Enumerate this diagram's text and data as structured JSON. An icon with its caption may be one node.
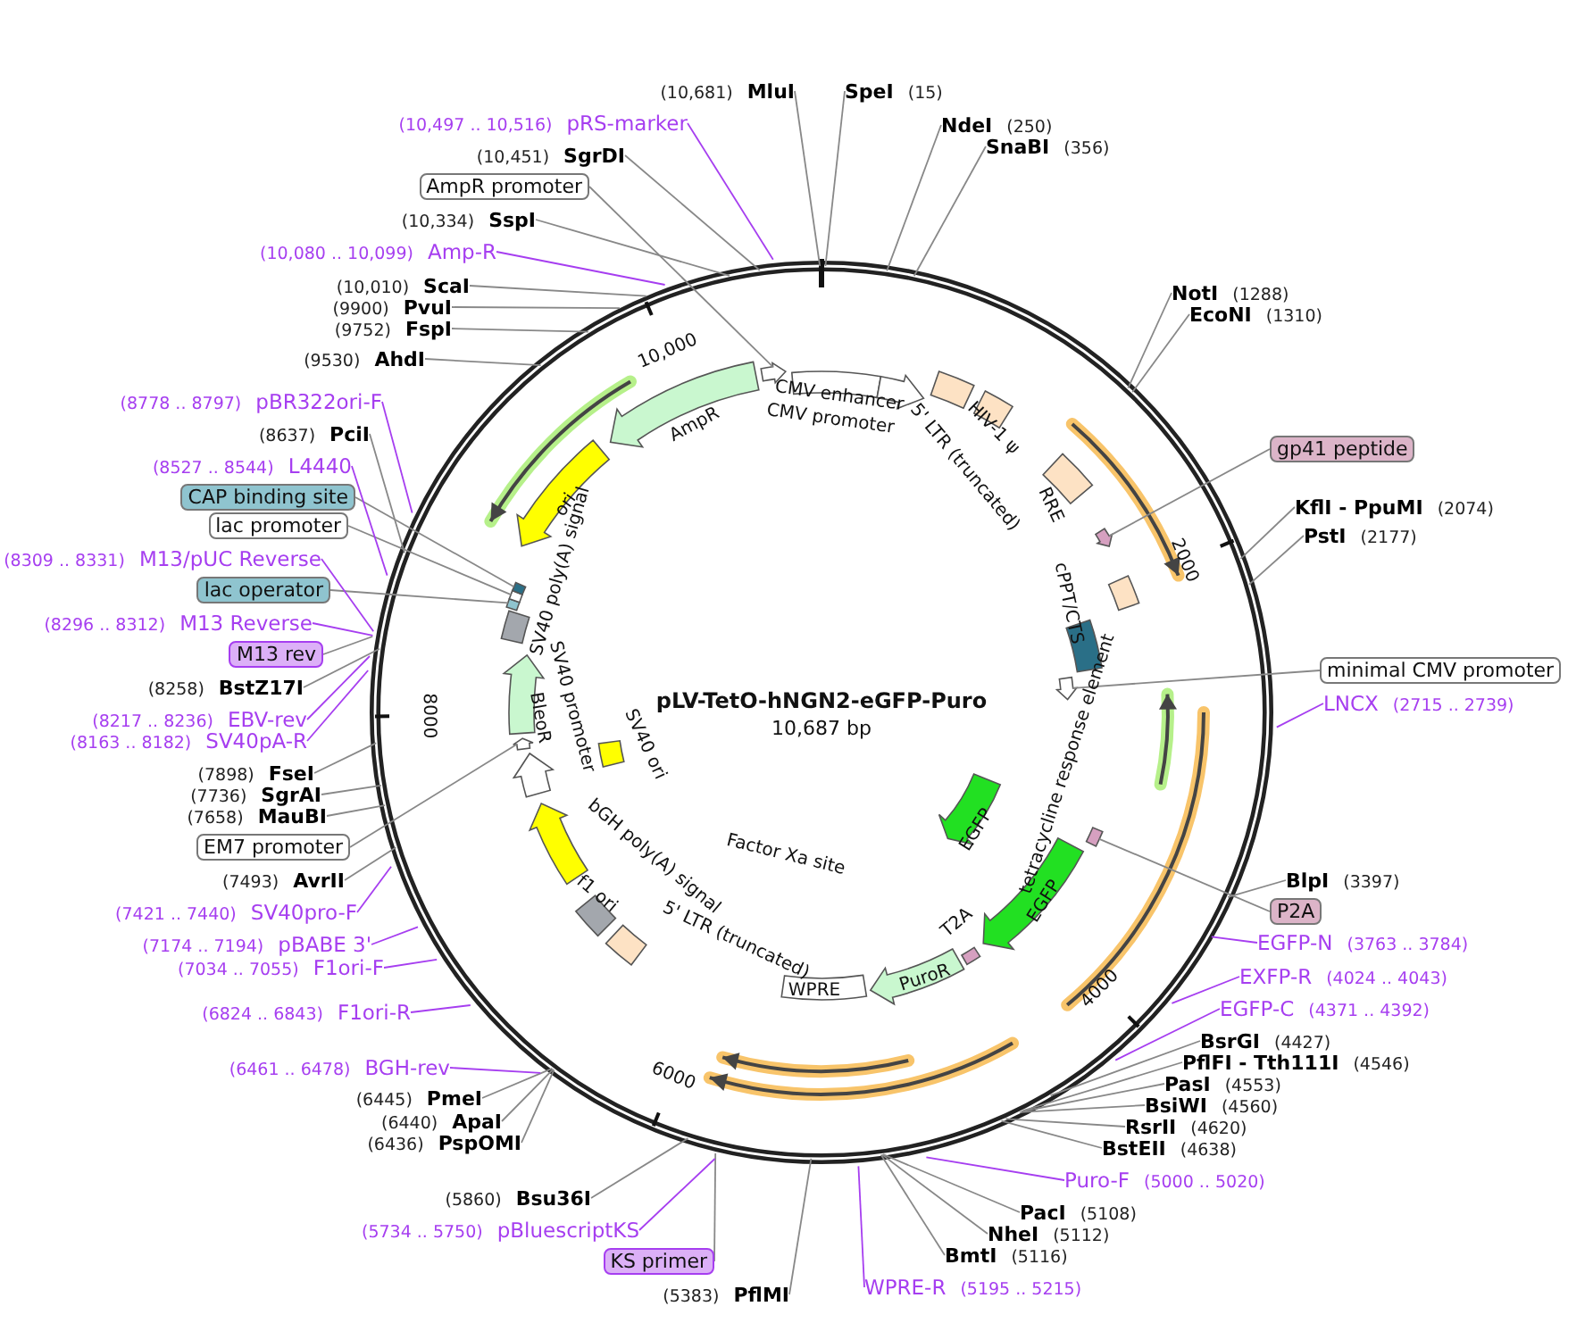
{
  "diagram": {
    "title": "pLV-TetO-hNGN2-eGFP-Puro",
    "nodes": [
      {
        "text": [
          "(10,681)",
          "MluI"
        ]
      },
      {
        "text": [
          "SpeI",
          "(15)"
        ]
      },
      {
        "text": [
          "NdeI",
          "(250)"
        ]
      },
      {
        "text": [
          "SnaBI",
          "(356)"
        ]
      },
      {
        "text": [
          "NotI",
          "(1288)"
        ]
      },
      {
        "text": [
          "EcoNI",
          "(1310)"
        ]
      },
      {
        "text": [
          "gp41 peptide"
        ]
      },
      {
        "text": [
          "KflI - PpuMI",
          "(2074)"
        ]
      },
      {
        "text": [
          "PstI",
          "(2177)"
        ]
      },
      {
        "text": [
          "minimal CMV promoter"
        ]
      },
      {
        "text": [
          "LNCX",
          "(2715 .. 2739)"
        ]
      },
      {
        "text": [
          "BlpI",
          "(3397)"
        ]
      },
      {
        "text": [
          "P2A"
        ]
      },
      {
        "text": [
          "EGFP-N",
          "(3763 .. 3784)"
        ]
      },
      {
        "text": [
          "EXFP-R",
          "(4024 .. 4043)"
        ]
      },
      {
        "text": [
          "EGFP-C",
          "(4371 .. 4392)"
        ]
      },
      {
        "text": [
          "BsrGI",
          "(4427)"
        ]
      },
      {
        "text": [
          "PflFI - Tth111I",
          "(4546)"
        ]
      },
      {
        "text": [
          "PasI",
          "(4553)"
        ]
      },
      {
        "text": [
          "BsiWI",
          "(4560)"
        ]
      },
      {
        "text": [
          "RsrII",
          "(4620)"
        ]
      },
      {
        "text": [
          "BstEII",
          "(4638)"
        ]
      },
      {
        "text": [
          "Puro-F",
          "(5000 .. 5020)"
        ]
      },
      {
        "text": [
          "PacI",
          "(5108)"
        ]
      },
      {
        "text": [
          "NheI",
          "(5112)"
        ]
      },
      {
        "text": [
          "BmtI",
          "(5116)"
        ]
      },
      {
        "text": [
          "WPRE-R",
          "(5195 .. 5215)"
        ]
      },
      {
        "text": [
          "(5383)",
          "PflMI"
        ]
      },
      {
        "text": [
          "KS primer"
        ]
      },
      {
        "text": [
          "(5734 .. 5750)",
          "pBluescriptKS"
        ]
      },
      {
        "text": [
          "(5860)",
          "Bsu36I"
        ]
      },
      {
        "text": [
          "(6436)",
          "PspOMI"
        ]
      },
      {
        "text": [
          "(6440)",
          "ApaI"
        ]
      },
      {
        "text": [
          "(6445)",
          "PmeI"
        ]
      },
      {
        "text": [
          "(6461 .. 6478)",
          "BGH-rev"
        ]
      },
      {
        "text": [
          "(6824 .. 6843)",
          "F1ori-R"
        ]
      },
      {
        "text": [
          "(7034 .. 7055)",
          "F1ori-F"
        ]
      },
      {
        "text": [
          "(7174 .. 7194)",
          "pBABE 3'"
        ]
      },
      {
        "text": [
          "(7421 .. 7440)",
          "SV40pro-F"
        ]
      },
      {
        "text": [
          "(7493)",
          "AvrII"
        ]
      },
      {
        "text": [
          "EM7 promoter"
        ]
      },
      {
        "text": [
          "(7658)",
          "MauBI"
        ]
      },
      {
        "text": [
          "(7736)",
          "SgrAI"
        ]
      },
      {
        "text": [
          "(7898)",
          "FseI"
        ]
      },
      {
        "text": [
          "(8163 .. 8182)",
          "SV40pA-R"
        ]
      },
      {
        "text": [
          "(8217 .. 8236)",
          "EBV-rev"
        ]
      },
      {
        "text": [
          "(8258)",
          "BstZ17I"
        ]
      },
      {
        "text": [
          "M13 rev"
        ]
      },
      {
        "text": [
          "(8296 .. 8312)",
          "M13 Reverse"
        ]
      },
      {
        "text": [
          "lac operator"
        ]
      },
      {
        "text": [
          "(8309 .. 8331)",
          "M13/pUC Reverse"
        ]
      },
      {
        "text": [
          "lac promoter"
        ]
      },
      {
        "text": [
          "CAP binding site"
        ]
      },
      {
        "text": [
          "(8527 .. 8544)",
          "L4440"
        ]
      },
      {
        "text": [
          "(8637)",
          "PciI"
        ]
      },
      {
        "text": [
          "(8778 .. 8797)",
          "pBR322ori-F"
        ]
      },
      {
        "text": [
          "(9530)",
          "AhdI"
        ]
      },
      {
        "text": [
          "(9752)",
          "FspI"
        ]
      },
      {
        "text": [
          "(9900)",
          "PvuI"
        ]
      },
      {
        "text": [
          "(10,010)",
          "ScaI"
        ]
      },
      {
        "text": [
          "(10,080 .. 10,099)",
          "Amp-R"
        ]
      },
      {
        "text": [
          "(10,334)",
          "SspI"
        ]
      },
      {
        "text": [
          "AmpR promoter"
        ]
      },
      {
        "text": [
          "(10,451)",
          "SgrDI"
        ]
      },
      {
        "text": [
          "(10,497 .. 10,516)",
          "pRS-marker"
        ]
      },
      {
        "text": [
          "CMV enhancer"
        ]
      },
      {
        "text": [
          "CMV promoter"
        ]
      },
      {
        "text": [
          "5' LTR (truncated)"
        ]
      },
      {
        "text": [
          "HIV-1 ψ"
        ]
      },
      {
        "text": [
          "RRE"
        ]
      },
      {
        "text": [
          "cPPT/CTS"
        ]
      },
      {
        "text": [
          "tetracycline response element"
        ]
      },
      {
        "text": [
          "EGFP"
        ]
      },
      {
        "text": [
          "EGFP"
        ]
      },
      {
        "text": [
          "T2A"
        ]
      },
      {
        "text": [
          "PuroR"
        ]
      },
      {
        "text": [
          "WPRE"
        ]
      },
      {
        "text": [
          "Factor Xa site"
        ]
      },
      {
        "text": [
          "5' LTR (truncated)"
        ]
      },
      {
        "text": [
          "bGH poly(A) signal"
        ]
      },
      {
        "text": [
          "f1 ori"
        ]
      },
      {
        "text": [
          "SV40 promoter"
        ]
      },
      {
        "text": [
          "BleoR"
        ]
      },
      {
        "text": [
          "SV40 ori"
        ]
      },
      {
        "text": [
          "SV40 poly(A) signal"
        ]
      },
      {
        "text": [
          "ori"
        ]
      },
      {
        "text": [
          "AmpR"
        ]
      },
      {
        "text": [],
        "shape": "arrow"
      },
      {
        "text": [],
        "shape": "arrow"
      },
      {
        "text": [],
        "shape": "box"
      },
      {
        "text": [],
        "shape": "arrow"
      },
      {
        "text": [],
        "shape": "box"
      },
      {
        "text": [],
        "shape": "box"
      },
      {
        "text": [],
        "shape": "box"
      },
      {
        "text": [],
        "shape": "arrow"
      }
    ],
    "edges": [
      {
        "from": 0,
        "to": null,
        "arrow": "none"
      },
      {
        "from": 1,
        "to": null,
        "arrow": "none"
      },
      {
        "from": 2,
        "to": null,
        "arrow": "none"
      },
      {
        "from": 3,
        "to": null,
        "arrow": "none"
      },
      {
        "from": 4,
        "to": null,
        "arrow": "none"
      },
      {
        "from": 5,
        "to": null,
        "arrow": "none"
      },
      {
        "from": 6,
        "to": 87,
        "arrow": "none"
      },
      {
        "from": 7,
        "to": null,
        "arrow": "none"
      },
      {
        "from": 8,
        "to": null,
        "arrow": "none"
      },
      {
        "from": 9,
        "to": 88,
        "arrow": "none"
      },
      {
        "from": 10,
        "to": null,
        "arrow": "none",
        "color": "#a63ef0"
      },
      {
        "from": 11,
        "to": null,
        "arrow": "none"
      },
      {
        "from": 12,
        "to": 89,
        "arrow": "none"
      },
      {
        "from": 13,
        "to": null,
        "arrow": "none",
        "color": "#a63ef0"
      },
      {
        "from": 14,
        "to": null,
        "arrow": "none",
        "color": "#a63ef0"
      },
      {
        "from": 15,
        "to": null,
        "arrow": "none",
        "color": "#a63ef0"
      },
      {
        "from": 16,
        "to": null,
        "arrow": "none"
      },
      {
        "from": 17,
        "to": null,
        "arrow": "none"
      },
      {
        "from": 18,
        "to": null,
        "arrow": "none"
      },
      {
        "from": 19,
        "to": null,
        "arrow": "none"
      },
      {
        "from": 20,
        "to": null,
        "arrow": "none"
      },
      {
        "from": 21,
        "to": null,
        "arrow": "none"
      },
      {
        "from": 22,
        "to": null,
        "arrow": "none",
        "color": "#a63ef0"
      },
      {
        "from": 23,
        "to": null,
        "arrow": "none"
      },
      {
        "from": 24,
        "to": null,
        "arrow": "none"
      },
      {
        "from": 25,
        "to": null,
        "arrow": "none"
      },
      {
        "from": 26,
        "to": null,
        "arrow": "none",
        "color": "#a63ef0"
      },
      {
        "from": 27,
        "to": null,
        "arrow": "none"
      },
      {
        "from": 28,
        "to": null,
        "arrow": "none"
      },
      {
        "from": 29,
        "to": null,
        "arrow": "none",
        "color": "#a63ef0"
      },
      {
        "from": 30,
        "to": null,
        "arrow": "none"
      },
      {
        "from": 31,
        "to": null,
        "arrow": "none"
      },
      {
        "from": 32,
        "to": null,
        "arrow": "none"
      },
      {
        "from": 33,
        "to": null,
        "arrow": "none"
      },
      {
        "from": 34,
        "to": null,
        "arrow": "none",
        "color": "#a63ef0"
      },
      {
        "from": 35,
        "to": null,
        "arrow": "none",
        "color": "#a63ef0"
      },
      {
        "from": 36,
        "to": null,
        "arrow": "none",
        "color": "#a63ef0"
      },
      {
        "from": 37,
        "to": null,
        "arrow": "none",
        "color": "#a63ef0"
      },
      {
        "from": 38,
        "to": null,
        "arrow": "none",
        "color": "#a63ef0"
      },
      {
        "from": 39,
        "to": null,
        "arrow": "none"
      },
      {
        "from": 40,
        "to": 90,
        "arrow": "none"
      },
      {
        "from": 41,
        "to": null,
        "arrow": "none"
      },
      {
        "from": 42,
        "to": null,
        "arrow": "none"
      },
      {
        "from": 43,
        "to": null,
        "arrow": "none"
      },
      {
        "from": 44,
        "to": null,
        "arrow": "none",
        "color": "#a63ef0"
      },
      {
        "from": 45,
        "to": null,
        "arrow": "none",
        "color": "#a63ef0"
      },
      {
        "from": 46,
        "to": null,
        "arrow": "none"
      },
      {
        "from": 47,
        "to": null,
        "arrow": "none"
      },
      {
        "from": 48,
        "to": null,
        "arrow": "none",
        "color": "#a63ef0"
      },
      {
        "from": 49,
        "to": 91,
        "arrow": "none"
      },
      {
        "from": 50,
        "to": null,
        "arrow": "none",
        "color": "#a63ef0"
      },
      {
        "from": 51,
        "to": 92,
        "arrow": "none"
      },
      {
        "from": 52,
        "to": 93,
        "arrow": "none"
      },
      {
        "from": 53,
        "to": null,
        "arrow": "none",
        "color": "#a63ef0"
      },
      {
        "from": 54,
        "to": null,
        "arrow": "none"
      },
      {
        "from": 55,
        "to": null,
        "arrow": "none",
        "color": "#a63ef0"
      },
      {
        "from": 56,
        "to": null,
        "arrow": "none"
      },
      {
        "from": 57,
        "to": null,
        "arrow": "none"
      },
      {
        "from": 58,
        "to": null,
        "arrow": "none"
      },
      {
        "from": 59,
        "to": null,
        "arrow": "none"
      },
      {
        "from": 60,
        "to": null,
        "arrow": "none",
        "color": "#a63ef0"
      },
      {
        "from": 61,
        "to": null,
        "arrow": "none"
      },
      {
        "from": 62,
        "to": 94,
        "arrow": "none"
      },
      {
        "from": 63,
        "to": null,
        "arrow": "none"
      },
      {
        "from": 64,
        "to": null,
        "arrow": "none",
        "color": "#a63ef0"
      }
    ],
    "labels": [
      "10,687 bp",
      "10,000",
      "2000",
      "4000",
      "6000",
      "8000"
    ]
  }
}
